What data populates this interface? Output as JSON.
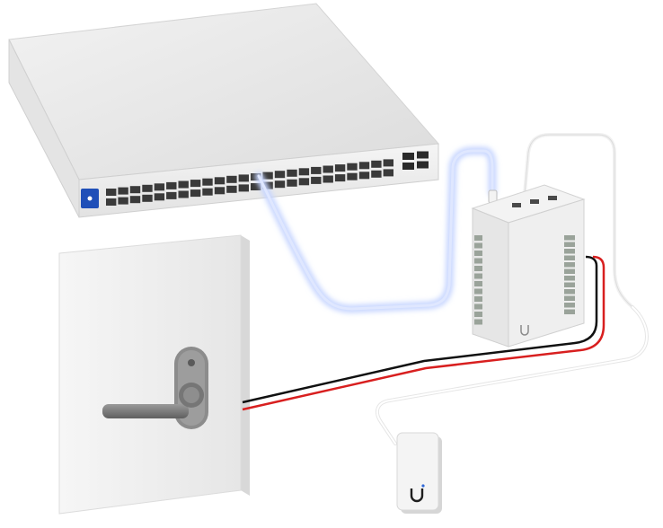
{
  "devices": {
    "switch": {
      "name": "network-switch",
      "ports_per_row": 24,
      "rows": 2,
      "sfp_ports": 4
    },
    "hub": {
      "name": "access-hub",
      "terminal_pins_per_side": 12,
      "logo": "U"
    },
    "door": {
      "name": "door-with-lock"
    },
    "reader": {
      "name": "access-reader",
      "logo": "U"
    }
  },
  "cables": [
    {
      "name": "ethernet-cable",
      "color": "#9fb8ff",
      "glow": "#c9d7ff"
    },
    {
      "name": "power-red-wire",
      "color": "#d81f1f"
    },
    {
      "name": "power-black-wire",
      "color": "#111111"
    },
    {
      "name": "reader-white-cable",
      "color": "#f4f4f4"
    }
  ],
  "colors": {
    "device_body": "#ececec",
    "device_shade": "#d9d9d9",
    "port_dark": "#3a3a3a",
    "handle": "#7c7c7c",
    "accent_blue": "#2f68d8"
  }
}
